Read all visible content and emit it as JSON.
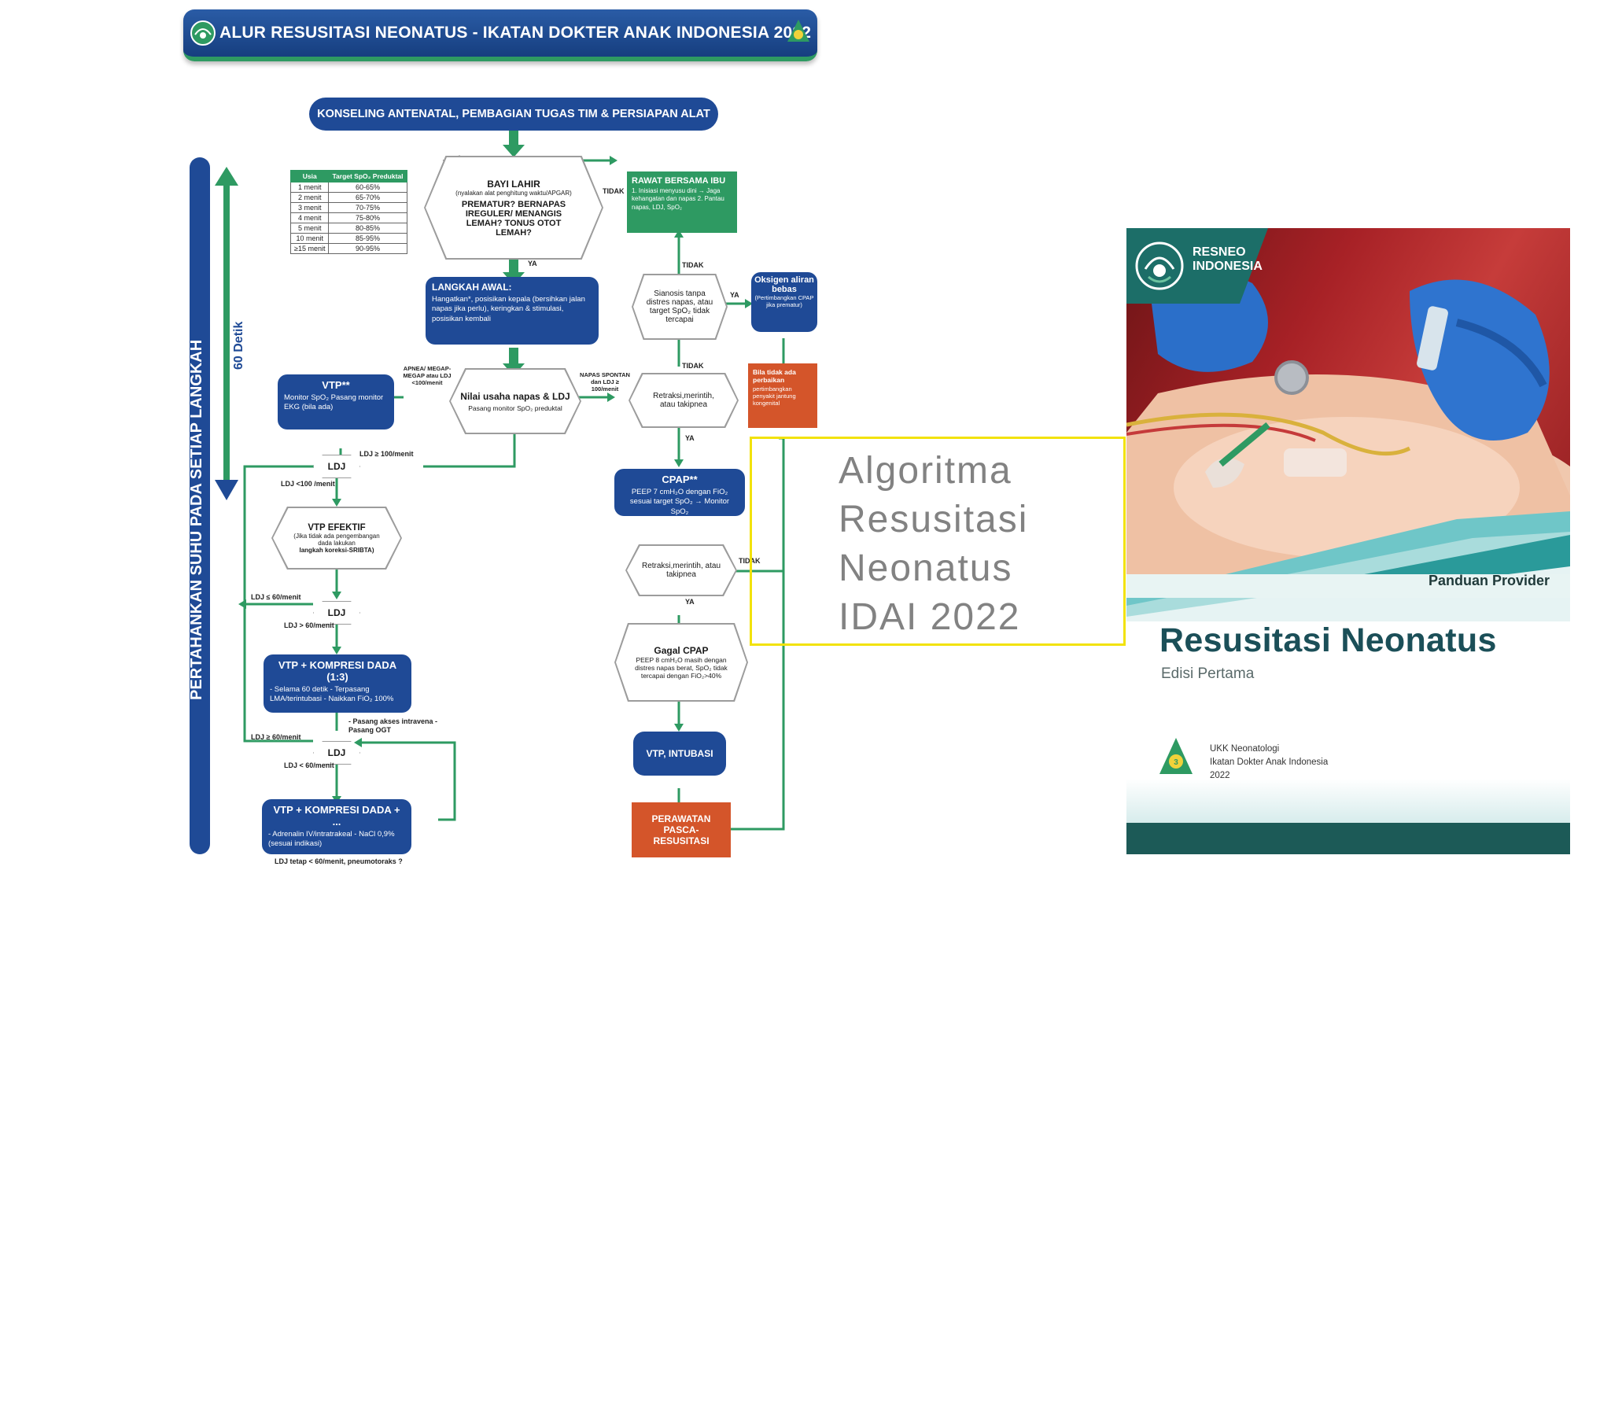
{
  "flowchart": {
    "banner_title": "ALUR RESUSITASI NEONATUS - IKATAN DOKTER ANAK INDONESIA 2022",
    "top_step": "KONSELING ANTENATAL, PEMBAGIAN TUGAS TIM & PERSIAPAN ALAT",
    "side_bar": "PERTAHANKAN SUHU PADA SETIAP LANGKAH",
    "timer": "60 Detik",
    "spo2_table": {
      "headers": [
        "Usia",
        "Target SpO₂ Preduktal"
      ],
      "rows": [
        [
          "1 menit",
          "60-65%"
        ],
        [
          "2 menit",
          "65-70%"
        ],
        [
          "3 menit",
          "70-75%"
        ],
        [
          "4 menit",
          "75-80%"
        ],
        [
          "5 menit",
          "80-85%"
        ],
        [
          "10 menit",
          "85-95%"
        ],
        [
          "≥15 menit",
          "90-95%"
        ]
      ]
    },
    "bayi_lahir": {
      "title": "BAYI LAHIR",
      "sub": "(nyalakan alat penghitung waktu/APGAR)",
      "questions": "PREMATUR? BERNAPAS IREGULER/ MENANGIS LEMAH? TONUS OTOT LEMAH?"
    },
    "rawat_bersama": {
      "title": "RAWAT BERSAMA IBU",
      "body": "1. Inisiasi menyusu dini → Jaga kehangatan dan napas 2. Pantau napas, LDJ, SpO₂"
    },
    "langkah_awal": {
      "title": "LANGKAH AWAL:",
      "body": "Hangatkan*, posisikan kepala (bersihkan jalan napas jika perlu), keringkan & stimulasi, posisikan kembali"
    },
    "sianosis": "Sianosis tanpa distres napas, atau target SpO₂ tidak tercapai",
    "oksigen": {
      "title": "Oksigen aliran bebas",
      "body": "(Pertimbangkan CPAP jika prematur)"
    },
    "nilai_usaha": {
      "title": "Nilai usaha napas & LDJ",
      "body": "Pasang monitor SpO₂ preduktal"
    },
    "vtp": {
      "title": "VTP**",
      "body": "Monitor SpO₂ Pasang monitor EKG (bila ada)"
    },
    "retraksi_1": "Retraksi,merintih, atau takipnea",
    "bila_tidak": {
      "title": "Bila tidak ada perbaikan",
      "body": "pertimbangkan penyakit jantung kongenital"
    },
    "ldj": "LDJ",
    "vtp_efektif": {
      "title": "VTP EFEKTIF",
      "body": "(Jika tidak ada pengembangan dada lakukan",
      "strong": "langkah koreksi-SRIBTA)"
    },
    "cpap": {
      "title": "CPAP**",
      "body": "PEEP 7 cmH₂O dengan FiO₂ sesuai target SpO₂ → Monitor SpO₂"
    },
    "retraksi_2": "Retraksi,merintih, atau takipnea",
    "vtp_kompresi": {
      "title": "VTP + KOMPRESI DADA (1:3)",
      "body": "- Selama 60 detik - Terpasang LMA/terintubasi - Naikkan FiO₂ 100%"
    },
    "gagal_cpap": {
      "title": "Gagal CPAP",
      "body": "PEEP 8 cmH₂O masih dengan distres napas berat, SpO₂ tidak tercapai dengan FiO₂>40%"
    },
    "pasang_akses": "- Pasang akses intravena - Pasang OGT",
    "vtp_intubasi": "VTP, INTUBASI",
    "vtp_kompresi_plus": {
      "title": "VTP + KOMPRESI DADA + ...",
      "body": "- Adrenalin IV/intratrakeal - NaCl 0,9% (sesuai indikasi)"
    },
    "perawatan": "PERAWATAN PASCA-RESUSITASI",
    "footnote": "LDJ tetap < 60/menit, pneumotoraks ?",
    "labels": {
      "tidak": "TIDAK",
      "ya": "YA",
      "apnea": "APNEA/ MEGAP-MEGAP atau LDJ <100/menit",
      "napas_spontan": "NAPAS SPONTAN dan LDJ ≥ 100/menit",
      "ldj_ge100": "LDJ ≥ 100/menit",
      "ldj_lt100": "LDJ <100 /menit",
      "ldj_lt60": "LDJ ≤ 60/menit",
      "ldj_gt60": "LDJ > 60/menit",
      "ldj_ge60": "LDJ ≥ 60/menit",
      "ldj_lt60b": "LDJ < 60/menit"
    }
  },
  "caption": {
    "line1": "Algoritma",
    "line2": "Resusitasi",
    "line3": "Neonatus",
    "line4": "IDAI 2022"
  },
  "book": {
    "logo_line1": "RESNEO",
    "logo_line2": "INDONESIA",
    "tag": "Panduan Provider",
    "title": "Resusitasi Neonatus",
    "edition": "Edisi Pertama",
    "publisher_line1": "UKK Neonatologi",
    "publisher_line2": "Ikatan Dokter Anak Indonesia",
    "publisher_line3": "2022"
  },
  "colors": {
    "navy": "#1f4a96",
    "green": "#2e9a62",
    "orange": "#d4552a",
    "teal": "#1c6e68",
    "caption_border": "#f2e20a",
    "caption_text": "#828282"
  }
}
